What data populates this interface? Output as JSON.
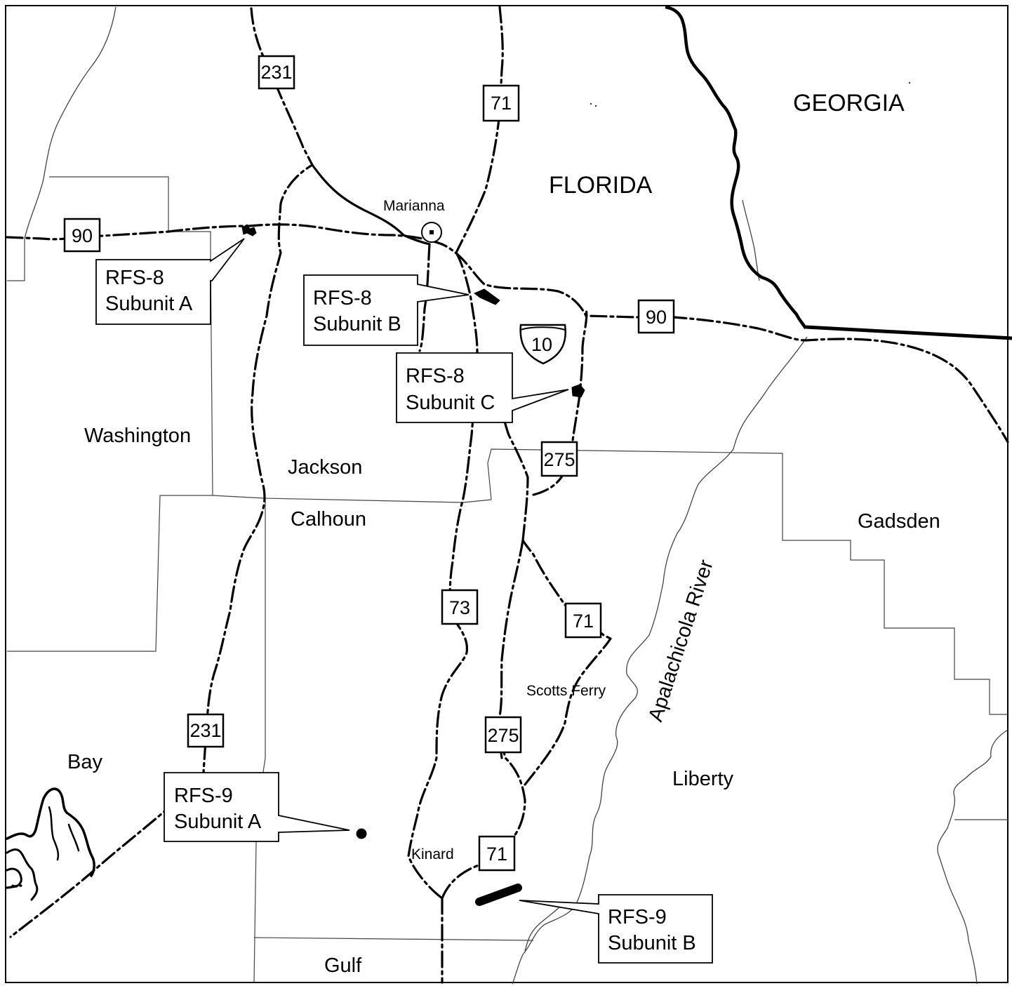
{
  "map": {
    "states": [
      {
        "id": "georgia",
        "label": "GEORGIA"
      },
      {
        "id": "florida",
        "label": "FLORIDA"
      }
    ],
    "counties": [
      {
        "id": "washington",
        "label": "Washington"
      },
      {
        "id": "jackson",
        "label": "Jackson"
      },
      {
        "id": "calhoun",
        "label": "Calhoun"
      },
      {
        "id": "gadsden",
        "label": "Gadsden"
      },
      {
        "id": "bay",
        "label": "Bay"
      },
      {
        "id": "liberty",
        "label": "Liberty"
      },
      {
        "id": "gulf",
        "label": "Gulf"
      }
    ],
    "towns": [
      {
        "id": "marianna",
        "label": "Marianna"
      },
      {
        "id": "scotts-ferry",
        "label": "Scotts Ferry"
      },
      {
        "id": "kinard",
        "label": "Kinard"
      }
    ],
    "river": {
      "label": "Apalachicola River"
    },
    "route_shields": [
      {
        "id": "us231-north",
        "route": "231"
      },
      {
        "id": "sr71-north",
        "route": "71"
      },
      {
        "id": "us90-west",
        "route": "90"
      },
      {
        "id": "us90-east",
        "route": "90"
      },
      {
        "id": "i10",
        "route": "10"
      },
      {
        "id": "sr275-north",
        "route": "275"
      },
      {
        "id": "sr73",
        "route": "73"
      },
      {
        "id": "sr71-mid",
        "route": "71"
      },
      {
        "id": "us231-south",
        "route": "231"
      },
      {
        "id": "sr275-south",
        "route": "275"
      },
      {
        "id": "sr71-south",
        "route": "71"
      }
    ],
    "sites": [
      {
        "id": "rfs8-a",
        "line1": "RFS-8",
        "line2": "Subunit A"
      },
      {
        "id": "rfs8-b",
        "line1": "RFS-8",
        "line2": "Subunit B"
      },
      {
        "id": "rfs8-c",
        "line1": "RFS-8",
        "line2": "Subunit C"
      },
      {
        "id": "rfs9-a",
        "line1": "RFS-9",
        "line2": "Subunit A"
      },
      {
        "id": "rfs9-b",
        "line1": "RFS-9",
        "line2": "Subunit B"
      }
    ]
  }
}
